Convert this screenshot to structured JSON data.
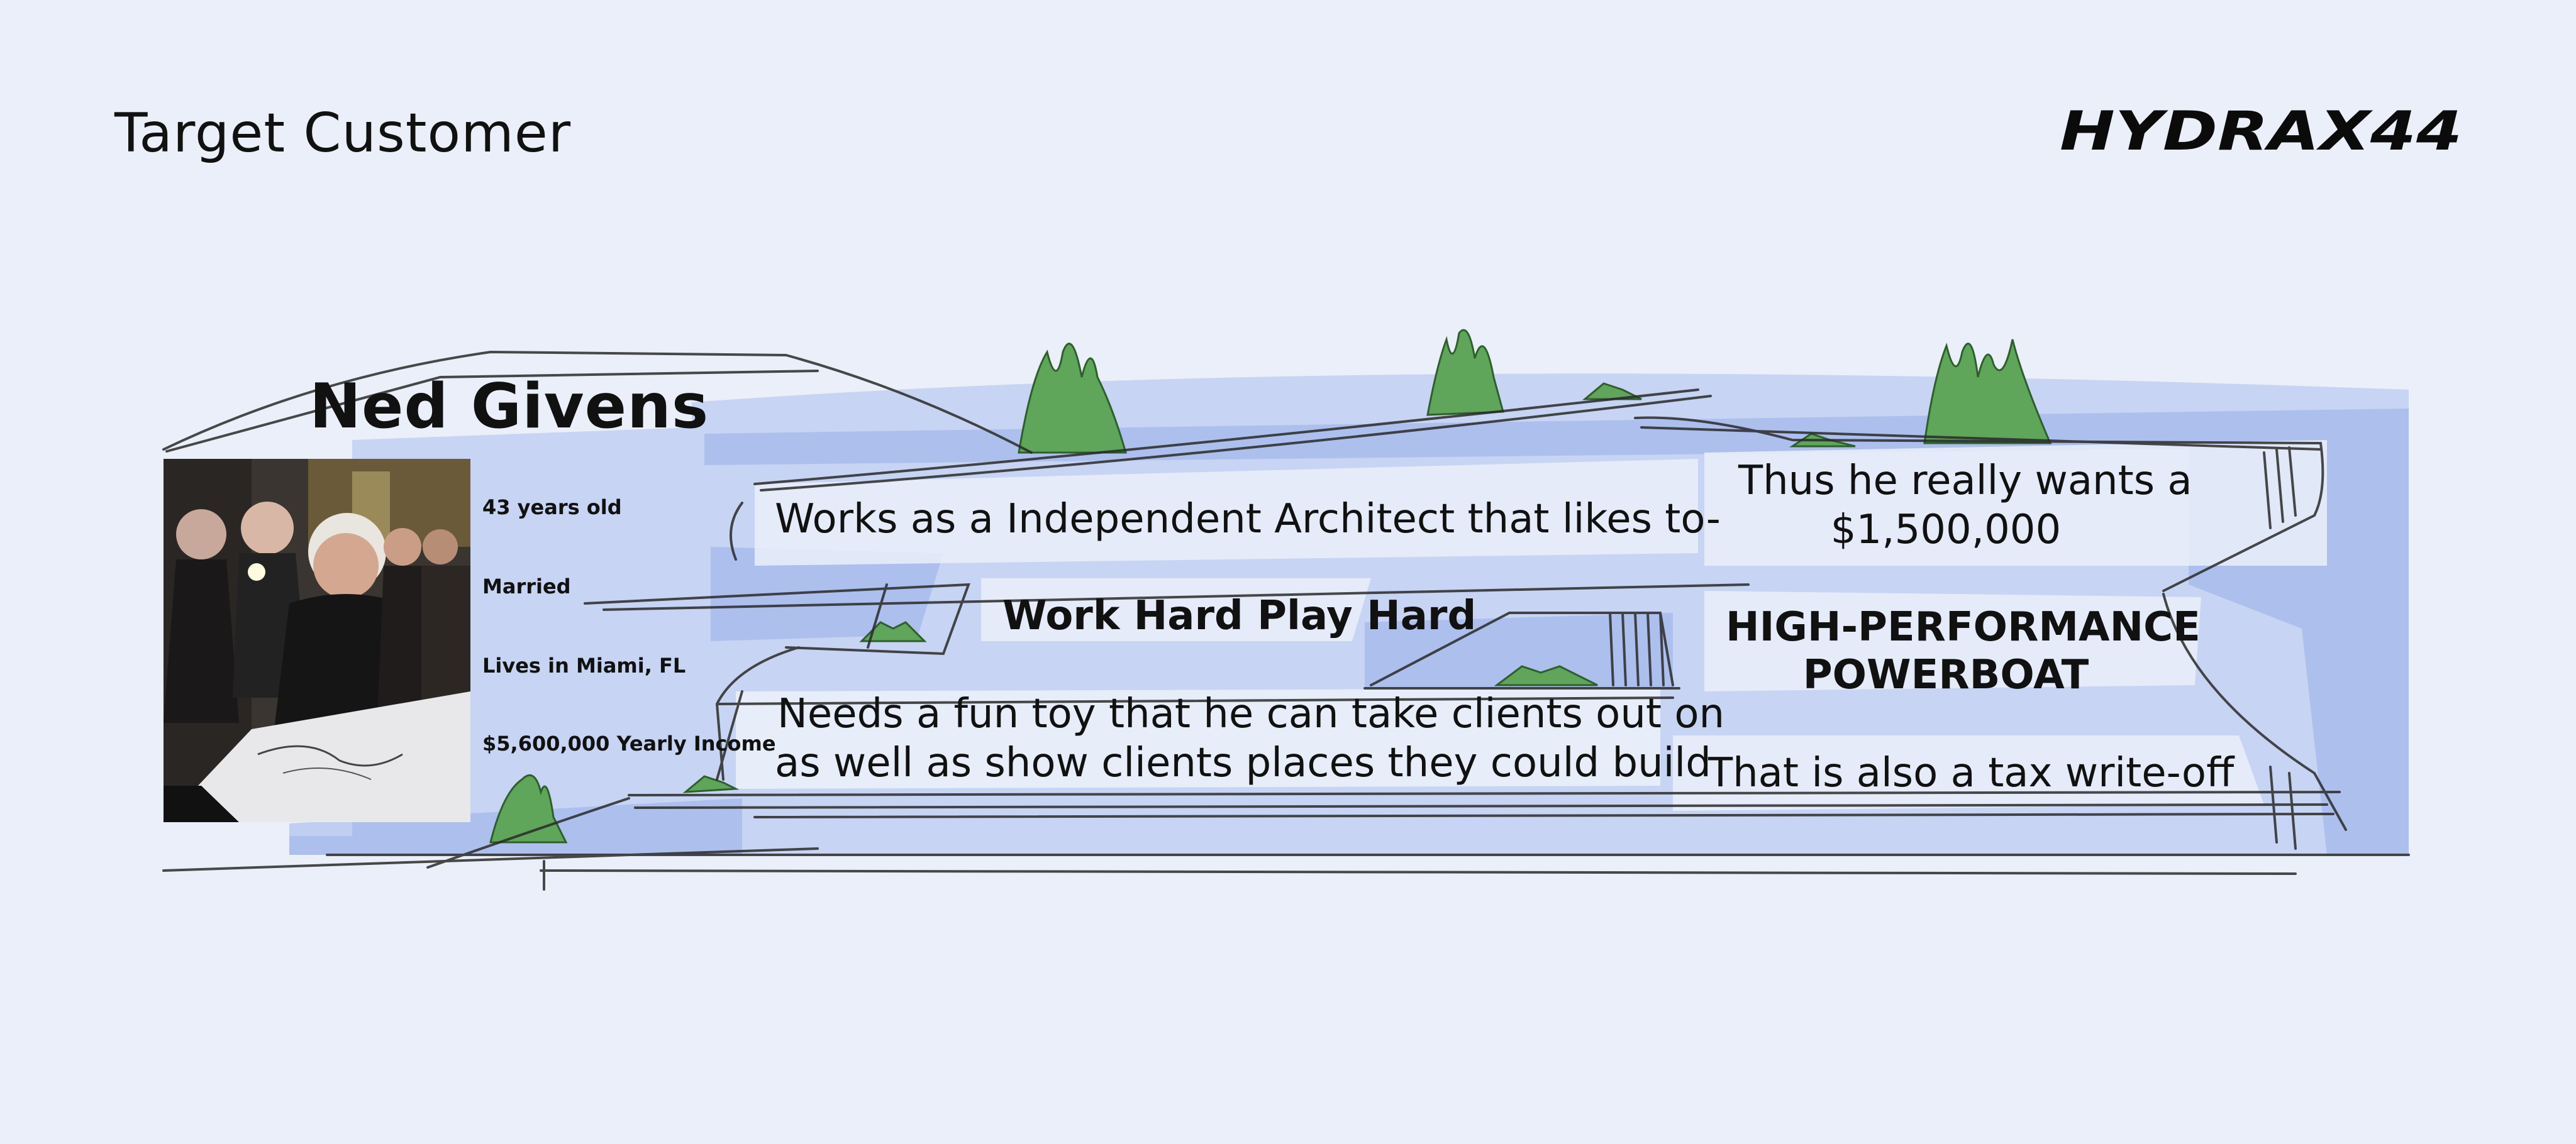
{
  "header": {
    "title": "Target Customer",
    "logo_text": "HYDRAX44"
  },
  "persona": {
    "name": "Ned Givens",
    "facts": [
      "43 years old",
      "Married",
      "Lives in Miami, FL",
      "$5,600,000 Yearly Income"
    ],
    "photo_icon": "architect-photo"
  },
  "story": {
    "occupation": "Works as a Independent Architect that likes to-",
    "motto": "Work Hard Play Hard",
    "need_line1": "Needs a fun toy that he can take clients out on",
    "need_line2": "as well as show clients places they could build",
    "want_line1": "Thus he really wants a",
    "want_line2": "$1,500,000",
    "product_line1": "HIGH-PERFORMANCE",
    "product_line2": "POWERBOAT",
    "benefit": "That is also a tax write-off"
  },
  "colors": {
    "background": "#eaeff9",
    "accent_blue": "#9fb4ea",
    "greenery": "#5fa55a",
    "ink": "#111111"
  }
}
